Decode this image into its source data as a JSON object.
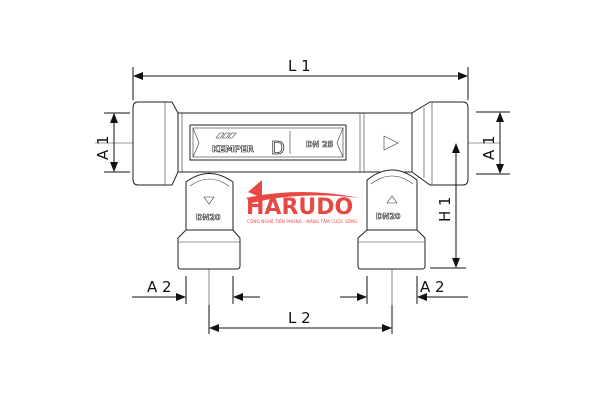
{
  "drawing": {
    "dimensions": {
      "l1": "L 1",
      "l2": "L 2",
      "a1_left": "A 1",
      "a1_right": "A 1",
      "a2_left": "A 2",
      "a2_right": "A 2",
      "h1": "H 1"
    },
    "markings": {
      "brand": "KEMPER",
      "d_symbol": "D",
      "main_size": "DN 25",
      "branch_left_size": "DN20",
      "branch_right_size": "DN20"
    }
  },
  "watermark": {
    "name": "HARUDO",
    "tagline": "CÔNG NGHỆ TIÊN PHONG - NÂNG TẦM CUỘC SỐNG",
    "color": "#e53935"
  }
}
